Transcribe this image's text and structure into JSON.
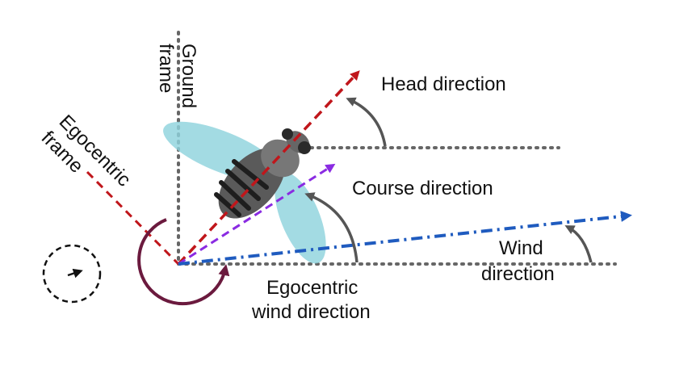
{
  "labels": {
    "ground_frame": [
      "Ground",
      "frame"
    ],
    "egocentric_frame": [
      "Egocentric",
      "frame"
    ],
    "head_direction": "Head direction",
    "course_direction": "Course direction",
    "wind_direction": [
      "Wind",
      "direction"
    ],
    "egocentric_wind_direction": [
      "Egocentric",
      "wind direction"
    ]
  },
  "icons": {
    "fly": "fly-illustration",
    "reference_circle": "dashed-circle-with-arrow-icon"
  },
  "colors": {
    "head": "#c0161b",
    "egocentric_frame_line": "#c0161b",
    "course": "#8a2be2",
    "wind": "#1f5bbf",
    "egocentric_wind_arc": "#6b1a3e",
    "angle_arc": "#555555",
    "reference_dotted": "#666666",
    "wing": "#8fd3dd",
    "body": "#555555"
  }
}
